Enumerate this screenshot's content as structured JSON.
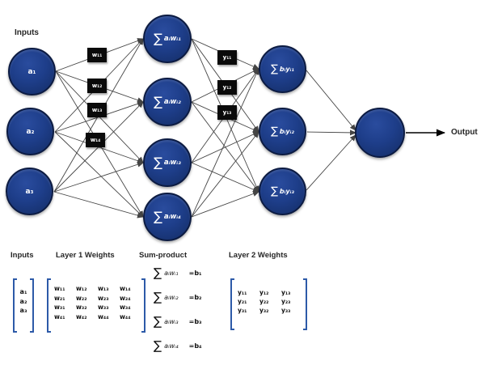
{
  "diagram": {
    "inputs_label": "Inputs",
    "output_label": "Output",
    "sigma": "∑",
    "input_nodes": [
      "a₁",
      "a₂",
      "a₃"
    ],
    "hidden_nodes": [
      "aᵢwᵢ₁",
      "aᵢwᵢ₂",
      "aᵢwᵢ₃",
      "aᵢwᵢ₄"
    ],
    "layer2_nodes": [
      "bᵢyᵢ₁",
      "bᵢyᵢ₂",
      "bᵢyᵢ₃"
    ],
    "layer1_weight_tags": [
      "w₁₁",
      "w₁₂",
      "w₁₃",
      "w₁₄"
    ],
    "layer2_weight_tags": [
      "y₁₁",
      "y₁₂",
      "y₁₃"
    ]
  },
  "legend": {
    "inputs_label": "Inputs",
    "layer1_label": "Layer 1 Weights",
    "sum_label": "Sum-product",
    "layer2_label": "Layer 2 Weights",
    "input_vector": [
      "a₁",
      "a₂",
      "a₃"
    ],
    "layer1_matrix": [
      [
        "w₁₁",
        "w₁₂",
        "w₁₃",
        "w₁₄"
      ],
      [
        "w₂₁",
        "w₂₂",
        "w₂₃",
        "w₂₄"
      ],
      [
        "w₃₁",
        "w₃₂",
        "w₃₃",
        "w₃₄"
      ],
      [
        "w₄₁",
        "w₄₂",
        "w₄₄",
        "w₄₄"
      ]
    ],
    "sum_product": [
      {
        "lhs": "aᵢwᵢ₁",
        "rhs": "=b₁"
      },
      {
        "lhs": "aᵢwᵢ₂",
        "rhs": "=b₂"
      },
      {
        "lhs": "aᵢwᵢ₃",
        "rhs": "=b₃"
      },
      {
        "lhs": "aᵢwᵢ₄",
        "rhs": "=b₄"
      }
    ],
    "layer2_matrix": [
      [
        "y₁₁",
        "y₁₂",
        "y₁₃"
      ],
      [
        "y₂₁",
        "y₂₂",
        "y₂₃"
      ],
      [
        "y₃₁",
        "y₃₂",
        "y₃₃"
      ]
    ]
  },
  "colors": {
    "node_fill": "#1e3e8a",
    "node_border": "#0c1b42",
    "tag_black": "#0a0a0a",
    "bracket_blue": "#2d5aa8",
    "edge_gray": "#454545"
  }
}
